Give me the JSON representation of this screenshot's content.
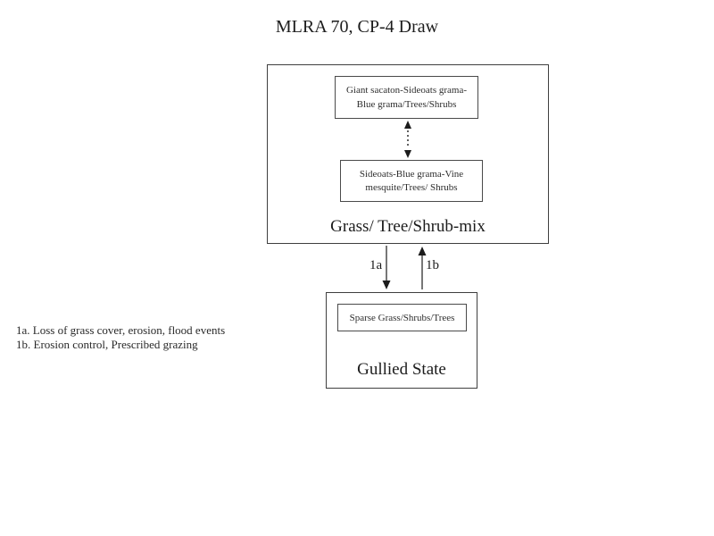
{
  "title": "MLRA 70, CP-4 Draw",
  "diagram": {
    "state_grass": {
      "label": "Grass/ Tree/Shrub-mix",
      "community_1": {
        "line1": "Giant sacaton-Sideoats grama-",
        "line2": "Blue grama/Trees/Shrubs"
      },
      "community_2": {
        "line1": "Sideoats-Blue grama-Vine",
        "line2": "mesquite/Trees/ Shrubs"
      }
    },
    "state_gullied": {
      "label": "Gullied State",
      "community_1": "Sparse Grass/Shrubs/Trees"
    },
    "transitions": {
      "down_label": "1a",
      "up_label": "1b"
    }
  },
  "legend": {
    "line1": "1a. Loss of grass cover, erosion, flood events",
    "line2": "1b. Erosion control, Prescribed grazing"
  },
  "colors": {
    "background": "#ffffff",
    "border": "#3f3f3f",
    "text": "#1f1f1f",
    "arrow": "#555555",
    "arrowhead": "#1c1c1c"
  }
}
